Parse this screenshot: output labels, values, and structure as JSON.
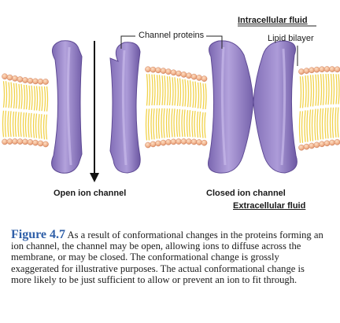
{
  "labels": {
    "intracellular": "Intracellular fluid",
    "extracellular": "Extracellular fluid",
    "channel_proteins": "Channel proteins",
    "lipid_bilayer": "Lipid bilayer",
    "open_channel": "Open ion channel",
    "closed_channel": "Closed ion channel"
  },
  "caption": {
    "figure_label": "Figure 4.7",
    "text": "As a result of conformational changes in the proteins forming an ion channel, the channel may be open, allowing ions to diffuse across the membrane, or may be closed. The conformational change is grossly exaggerated for illustrative purposes. The actual conformational change is more likely to be just sufficient to allow or prevent an ion to fit through."
  },
  "colors": {
    "head": "#f0b88c",
    "tail": "#f1d24a",
    "protein": "#9b86c6",
    "protein_dark": "#6f5aa3",
    "accent": "#2f5fa8"
  }
}
